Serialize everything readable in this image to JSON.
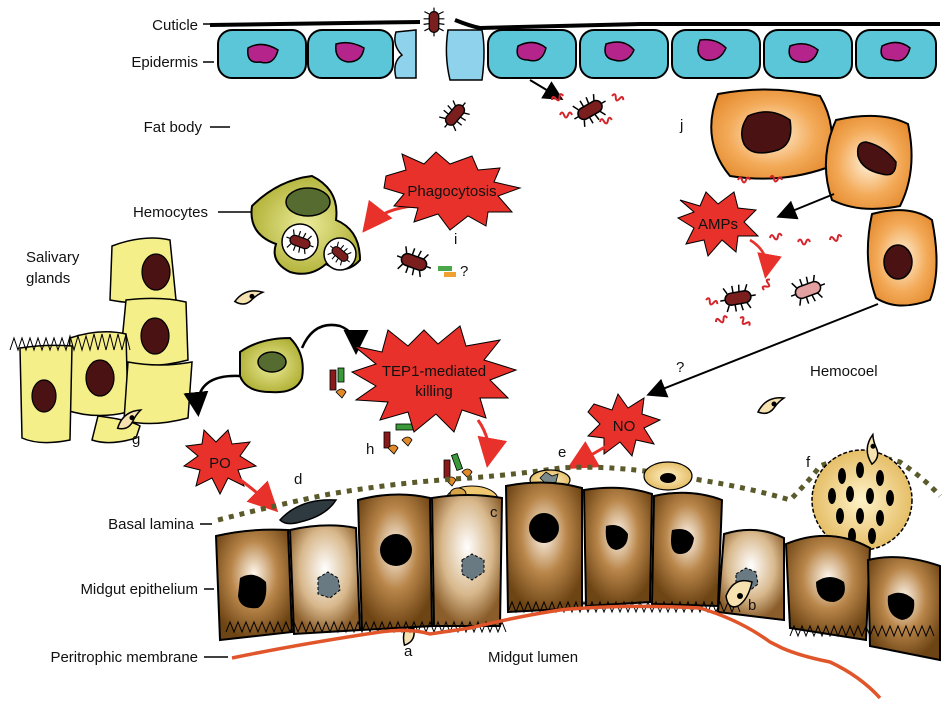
{
  "labels": {
    "cuticle": "Cuticle",
    "epidermis": "Epidermis",
    "fat_body": "Fat body",
    "hemocytes": "Hemocytes",
    "salivary_1": "Salivary",
    "salivary_2": "glands",
    "basal_lamina": "Basal lamina",
    "midgut_epithelium": "Midgut epithelium",
    "peritrophic_membrane": "Peritrophic membrane",
    "midgut_lumen": "Midgut lumen",
    "hemocoel": "Hemocoel"
  },
  "bursts": {
    "phagocytosis": "Phagocytosis",
    "amps": "AMPs",
    "tep1_line1": "TEP1-mediated",
    "tep1_line2": "killing",
    "po": "PO",
    "no": "NO"
  },
  "letters": {
    "a": "a",
    "b": "b",
    "c": "c",
    "d": "d",
    "e": "e",
    "f": "f",
    "g": "g",
    "h": "h",
    "i": "i",
    "j": "j"
  },
  "question_marks": {
    "q_phago": "?",
    "q_no": "?"
  },
  "colors": {
    "epidermis_cell": "#5bc6d8",
    "epidermis_nucleus": "#b4248a",
    "fat_body": "#f0a24e",
    "hemocyte": "#b8b82a",
    "salivary": "#f5ef8a",
    "midgut_brown": "#8a5a22",
    "burst_red": "#e8312a",
    "bacterium": "#7a1e1e",
    "peritrophic": "#e0552a",
    "basal_lamina": "#5a5a2a"
  }
}
